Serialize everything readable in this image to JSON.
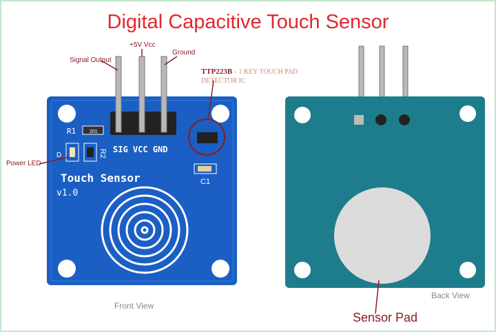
{
  "title": "Digital Capacitive Touch Sensor",
  "labels": {
    "signal_output": "Signal Output",
    "vcc": "+5V Vcc",
    "ground": "Ground",
    "ic_name": "TTP223B",
    "ic_desc_sep": " - ",
    "ic_desc_1": "1 KEY TOUCH PAD",
    "ic_desc_2": "DETECTOR IC",
    "power_led": "Power LED",
    "front_view": "Front View",
    "back_view": "Back View",
    "sensor_pad": "Sensor Pad"
  },
  "board_silkscreen": {
    "r1": "R1",
    "r2": "R2",
    "d": "D",
    "c1": "C1",
    "pins": "SIG VCC GND",
    "name": "Touch Sensor",
    "version": "v1.0",
    "resistor_code": "201"
  },
  "colors": {
    "title": "#e3262e",
    "annotation": "#8a1c24",
    "front_pcb": "#1b5fc4",
    "back_pcb": "#1e7d8c",
    "pad": "#dcdcdc"
  }
}
